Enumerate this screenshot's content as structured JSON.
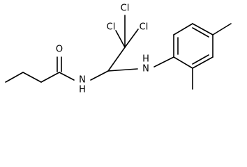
{
  "molecule": {
    "labels": {
      "o": "O",
      "nh_amide": "N",
      "h_amide": "H",
      "nh_amine": "N",
      "h_amine": "H",
      "cl_top": "Cl",
      "cl_left": "Cl",
      "cl_right": "Cl"
    },
    "colors": {
      "bond": "#000000",
      "text": "#000000",
      "background": "#ffffff"
    }
  }
}
